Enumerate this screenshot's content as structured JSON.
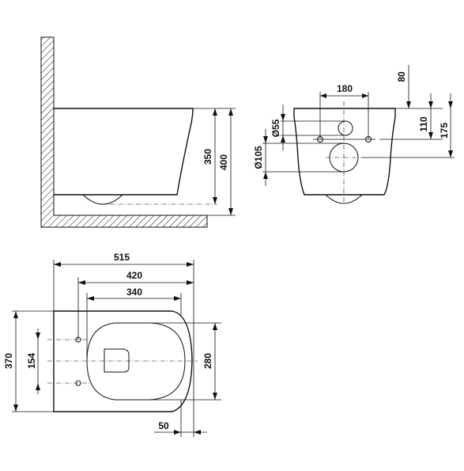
{
  "side_view": {
    "dim_height_bowl": "350",
    "dim_height_total": "400"
  },
  "rear_view": {
    "dim_bolt_spacing": "180",
    "dim_top_offset": "80",
    "dim_inlet_height": "110",
    "dim_outlet_height": "175",
    "dim_inlet_diameter": "Ø55",
    "dim_outlet_diameter": "Ø105"
  },
  "top_view": {
    "dim_total_length": "515",
    "dim_length_mid": "420",
    "dim_length_inner": "340",
    "dim_width_total": "370",
    "dim_bolt_spacing": "154",
    "dim_seat_width": "280",
    "dim_front_offset": "50"
  }
}
